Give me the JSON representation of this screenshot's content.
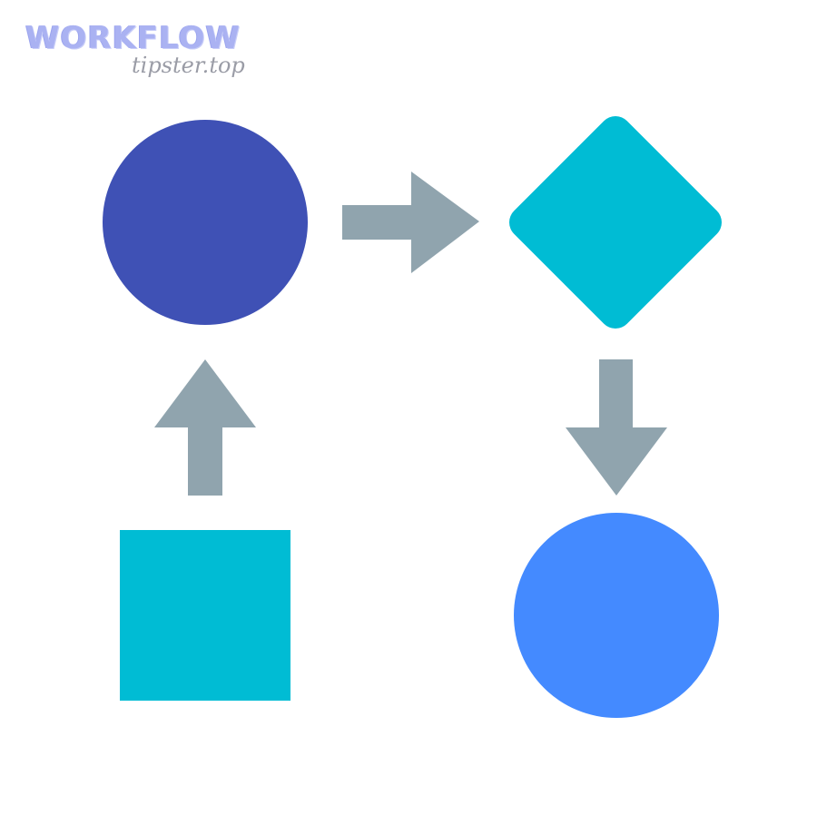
{
  "logo": {
    "title": "WORKFLOW",
    "subtitle": "tipster.top"
  },
  "colors": {
    "background": "#ffffff",
    "start_circle": "#3f51b5",
    "diamond": "#00bcd4",
    "square": "#00bcd4",
    "end_circle": "#448aff",
    "arrow": "#90a4ae",
    "logo_title": "#aab2f2",
    "logo_subtitle": "#9a9ca6"
  },
  "diagram": {
    "nodes": [
      {
        "id": "square",
        "shape": "square"
      },
      {
        "id": "start-circle",
        "shape": "circle"
      },
      {
        "id": "diamond",
        "shape": "diamond"
      },
      {
        "id": "end-circle",
        "shape": "circle"
      }
    ],
    "edges": [
      {
        "from": "square",
        "to": "start-circle",
        "direction": "up"
      },
      {
        "from": "start-circle",
        "to": "diamond",
        "direction": "right"
      },
      {
        "from": "diamond",
        "to": "end-circle",
        "direction": "down"
      }
    ]
  }
}
